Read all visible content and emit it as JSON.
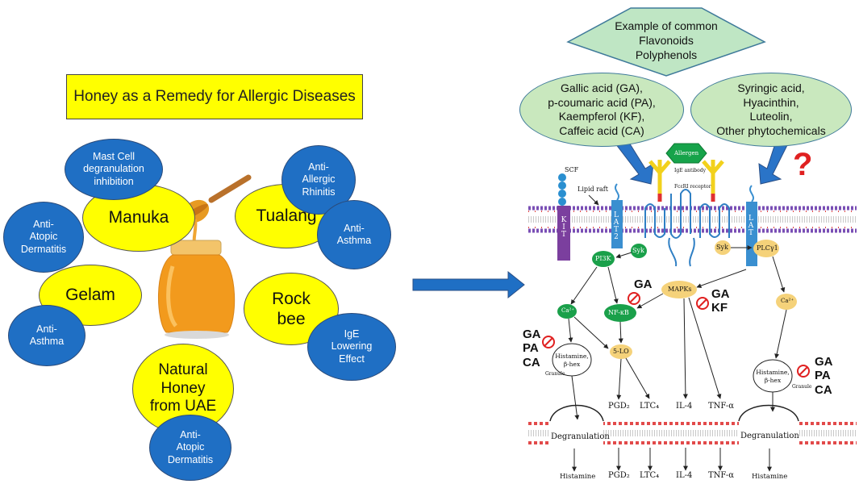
{
  "title": "Honey as a Remedy for Allergic Diseases",
  "honeys": {
    "manuka": "Manuka",
    "tualang": "Tualang",
    "gelam": "Gelam",
    "rock_bee": "Rock\nbee",
    "uae": "Natural\nHoney\nfrom UAE"
  },
  "effects": {
    "mast_cell": "Mast Cell\ndegranulation\ninhibition",
    "atopic_1": "Anti-\nAtopic\nDermatitis",
    "rhinitis": "Anti-\nAllergic\nRhinitis",
    "asthma_1": "Anti-\nAsthma",
    "asthma_2": "Anti-\nAsthma",
    "ige": "IgE\nLowering\nEffect",
    "atopic_2": "Anti-\nAtopic\nDermatitis"
  },
  "compounds": {
    "header": "Example of common\nFlavonoids\nPolyphenols",
    "left": "Gallic acid (GA),\np-coumaric acid (PA),\nKaempferol (KF),\nCaffeic acid (CA)",
    "right": "Syringic acid,\nHyacinthin,\nLuteolin,\nOther phytochemicals"
  },
  "pathway": {
    "scf": "SCF",
    "lipid_raft": "Lipid raft",
    "allergen": "Allergen",
    "ige_antibody": "IgE antibody",
    "fceri": "FcεRI receptor",
    "kit": "KIT",
    "lat2": "LAT2",
    "lat": "LAT",
    "syk_left": "Syk",
    "syk_right": "Syk",
    "pi3k": "PI3K",
    "plc": "PLCγ1",
    "ca_left": "Ca²⁺",
    "ca_right": "Ca²⁺",
    "nfkb": "NF-κB",
    "mapks": "MAPKs",
    "histamine_left": "Histamine,\nβ-hex",
    "histamine_right": "Histamine,\nβ-hex",
    "granule_left": "Granule",
    "granule_right": "Granule",
    "five_lo": "5-LO",
    "pgd2_top": "PGD₂",
    "ltc4_top": "LTC₄",
    "il4_top": "IL-4",
    "tnf_top": "TNF-α",
    "degran_left": "Degranulation",
    "degran_right": "Degranulation",
    "histamine_out_left": "Histamine",
    "histamine_out_right": "Histamine",
    "pgd2_bottom": "PGD₂",
    "ltc4_bottom": "LTC₄",
    "il4_bottom": "IL-4",
    "tnf_bottom": "TNF-α",
    "question": "?"
  },
  "inhibitors": {
    "nfkb": "GA",
    "mapk": "GA\nKF",
    "histamine_left": "GA\nPA\nCA",
    "histamine_right": "GA\nPA\nCA"
  },
  "colors": {
    "yellow": "#ffff00",
    "blue_ellipse": "#1f6fc4",
    "green_ellipse": "#c9e8be",
    "pentagon": "#bfe6c4",
    "arrow_blue": "#1f6fc4",
    "kit_purple": "#7b3f9e",
    "lat_blue": "#3a8fd0",
    "node_green": "#1aa04a",
    "node_orange": "#f5d27a",
    "inhibit_red": "#e02020"
  }
}
